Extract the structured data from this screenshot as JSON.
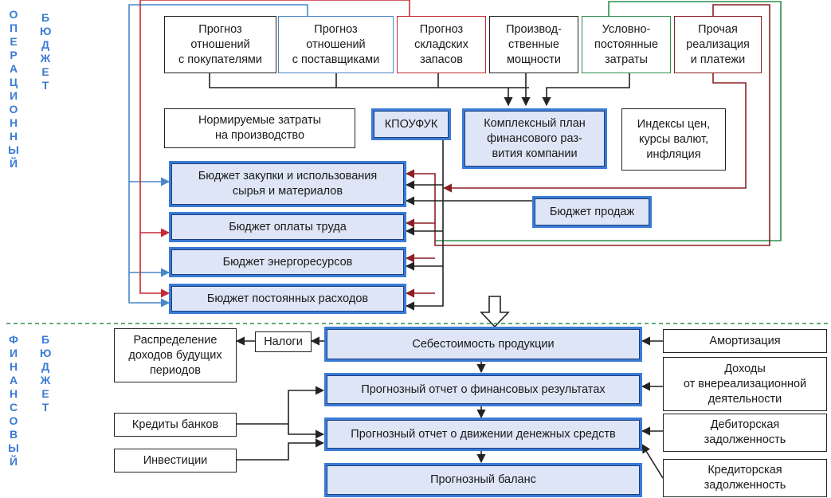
{
  "side_labels": {
    "operational": "О\nП\nЕ\nР\nА\nЦ\nИ\nО\nН\nН\nЫ\nЙ",
    "operational_budget": "Б\nЮ\nД\nЖ\nЕ\nТ",
    "financial": "Ф\nИ\nН\nА\nН\nС\nО\nВ\nЫ\nЙ",
    "financial_budget": "Б\nЮ\nД\nЖ\nЕ\nТ"
  },
  "top_boxes": {
    "customers": "Прогноз\nотношений\nс покупателями",
    "suppliers": "Прогноз\nотношений\nс поставщиками",
    "warehouse": "Прогноз\nскладских\nзапасов",
    "capacity": "Производ-\nственные\nмощности",
    "fixed_costs": "Условно-\nпостоянные\nзатраты",
    "other": "Прочая\nреализация\nи платежи"
  },
  "middle_boxes": {
    "norms": "Нормируемые затраты\nна производство",
    "kpoufuk": "КПОУФУК",
    "complex_plan": "Комплексный план\nфинансового раз-\nвития компании",
    "indices": "Индексы цен,\nкурсы валют,\nинфляция",
    "sales_budget": "Бюджет продаж"
  },
  "operational_budgets": [
    "Бюджет закупки и использования\nсырья и материалов",
    "Бюджет оплаты труда",
    "Бюджет энергоресурсов",
    "Бюджет постоянных расходов"
  ],
  "financial_budgets": [
    "Себестоимость продукции",
    "Прогнозный отчет о финансовых результатах",
    "Прогнозный отчет о движении денежных средств",
    "Прогнозный баланс"
  ],
  "financial_left": {
    "deferred": "Распределение\nдоходов будущих\nпериодов",
    "taxes": "Налоги",
    "credits": "Кредиты банков",
    "investments": "Инвестиции"
  },
  "financial_right": {
    "amortization": "Амортизация",
    "non_operating": "Доходы\nот внереализационной\nдеятельности",
    "receivables": "Дебиторская\nзадолженность",
    "payables": "Кредиторская\nзадолженность"
  },
  "colors": {
    "blue": "#4a86c8",
    "red": "#c62a34",
    "green": "#2f8d4e",
    "dark_red": "#8b1f24",
    "budget_fill": "#dde5f6",
    "dashed_divider": "#2f8d4e"
  }
}
